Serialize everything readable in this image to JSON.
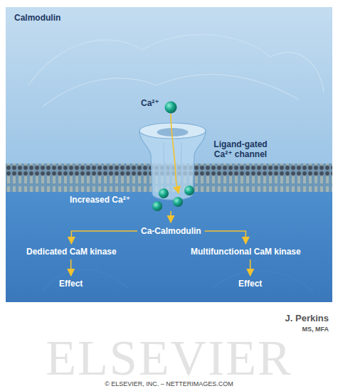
{
  "diagram": {
    "title": "Calmodulin",
    "caption": "© ELSEVIER, INC. – NETTERIMAGES.COM",
    "nodes": [
      {
        "text": [
          "Ca-Calmodulin"
        ]
      },
      {
        "text": [
          "Dedicated CaM kinase"
        ]
      },
      {
        "text": [
          "Multifunctional CaM kinase"
        ]
      },
      {
        "text": [
          "Effect"
        ]
      },
      {
        "text": [
          "Effect"
        ]
      }
    ],
    "edges": [
      {
        "from": 0,
        "to": 1,
        "arrow": "to"
      },
      {
        "from": 0,
        "to": 2,
        "arrow": "to"
      },
      {
        "from": 1,
        "to": 3,
        "arrow": "to"
      },
      {
        "from": 2,
        "to": 4,
        "arrow": "to"
      }
    ],
    "labels": [
      "Ca²⁺",
      "Ligand-gated Ca²⁺ channel",
      "Increased Ca²⁺",
      "J. Perkins",
      "MS, MFA",
      "ELSEVIER"
    ]
  }
}
